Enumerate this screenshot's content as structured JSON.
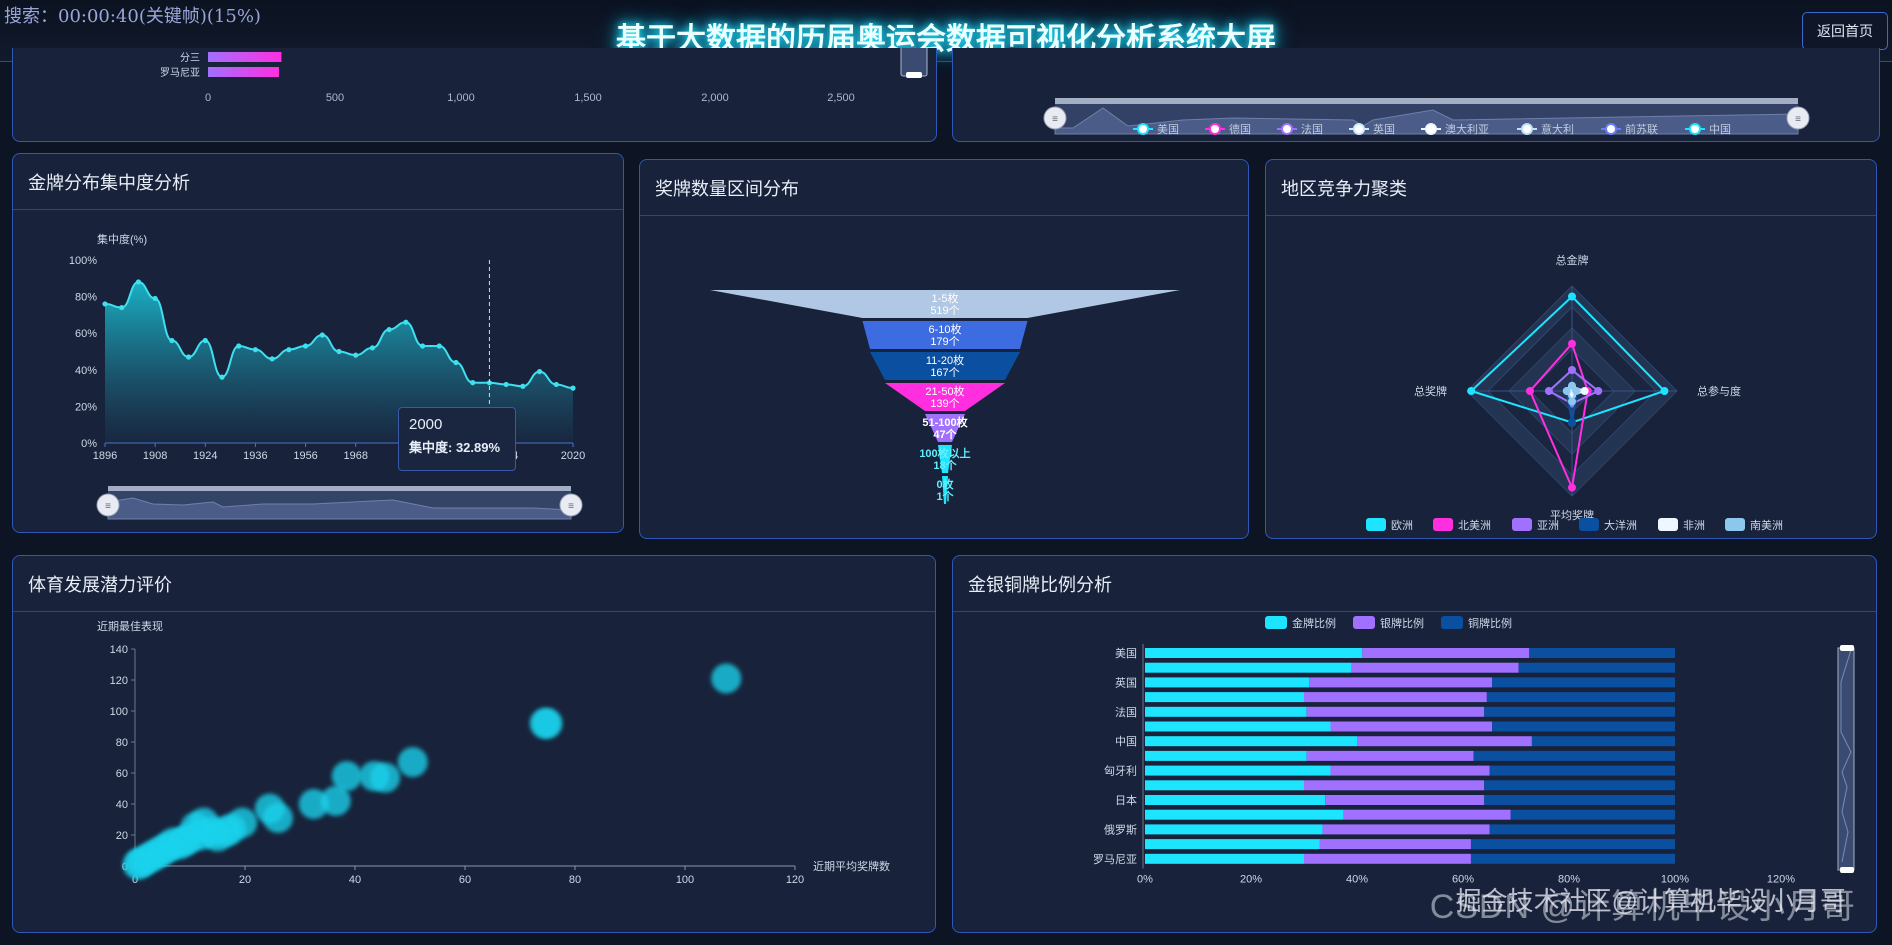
{
  "header": {
    "search_text": "搜索：00:00:40(关键帧)(15%)",
    "title": "基于大数据的历届奥运会数据可视化分析系统大屏",
    "home_button": "返回首页"
  },
  "top_left_partial": {
    "rows": [
      {
        "label": "分三",
        "value": 300
      },
      {
        "label": "罗马尼亚",
        "value": 290
      }
    ],
    "x_ticks": [
      "0",
      "500",
      "1,000",
      "1,500",
      "2,000",
      "2,500"
    ]
  },
  "top_right_partial": {
    "legend": [
      {
        "label": "美国",
        "color": "#1de4ff"
      },
      {
        "label": "德国",
        "color": "#ff2fe0"
      },
      {
        "label": "法国",
        "color": "#a070ff"
      },
      {
        "label": "英国",
        "color": "#cfe8ff"
      },
      {
        "label": "澳大利亚",
        "color": "#eef6ff"
      },
      {
        "label": "意大利",
        "color": "#bfe0f5"
      },
      {
        "label": "前苏联",
        "color": "#6a7cff"
      },
      {
        "label": "中国",
        "color": "#1de4ff"
      }
    ]
  },
  "panels": {
    "concentration": {
      "title": "金牌分布集中度分析"
    },
    "funnel": {
      "title": "奖牌数量区间分布"
    },
    "radar": {
      "title": "地区竞争力聚类"
    },
    "scatter": {
      "title": "体育发展潜力评价"
    },
    "ratio": {
      "title": "金银铜牌比例分析"
    }
  },
  "tooltip": {
    "year": "2000",
    "label": "集中度: 32.89%"
  },
  "watermark": {
    "text1": "CSDN @计算机毕设小月哥",
    "text2": "掘金技术社区@计算机毕设小月哥"
  },
  "chart_data": [
    {
      "id": "concentration",
      "type": "area",
      "title": "金牌分布集中度分析",
      "ylabel": "集中度(%)",
      "ylim": [
        0,
        100
      ],
      "y_ticks": [
        "0%",
        "20%",
        "40%",
        "60%",
        "80%",
        "100%"
      ],
      "x_tick_labels": [
        "1896",
        "1908",
        "1924",
        "1936",
        "1956",
        "1968",
        "1984",
        "2004",
        "2020"
      ],
      "x": [
        1896,
        1900,
        1904,
        1908,
        1912,
        1920,
        1924,
        1928,
        1932,
        1936,
        1948,
        1952,
        1956,
        1960,
        1964,
        1968,
        1972,
        1976,
        1980,
        1984,
        1988,
        1992,
        1996,
        2000,
        2004,
        2008,
        2012,
        2016,
        2020
      ],
      "values": [
        76,
        74,
        88,
        79,
        56,
        47,
        56,
        36,
        53,
        51,
        46,
        51,
        53,
        59,
        50,
        48,
        52,
        62,
        66,
        53,
        53,
        44,
        33,
        32.89,
        32,
        31,
        39,
        32,
        30
      ]
    },
    {
      "id": "funnel",
      "type": "funnel",
      "title": "奖牌数量区间分布",
      "categories": [
        "1-5枚",
        "6-10枚",
        "11-20枚",
        "21-50枚",
        "51-100枚",
        "100枚以上",
        "0枚"
      ],
      "values": [
        519,
        179,
        167,
        139,
        47,
        18,
        1
      ],
      "value_labels": [
        "519个",
        "179个",
        "167个",
        "139个",
        "47个",
        "18个",
        "1个"
      ],
      "colors": [
        "#b0c8e4",
        "#3d6be0",
        "#0b4fa0",
        "#ff2fe0",
        "#a070ff",
        "#1de4ff",
        "#1de4ff"
      ]
    },
    {
      "id": "radar",
      "type": "radar",
      "title": "地区竞争力聚类",
      "indicators": [
        "总金牌",
        "总参与度",
        "平均奖牌",
        "总奖牌"
      ],
      "series": [
        {
          "name": "欧洲",
          "color": "#1de4ff",
          "values": [
            0.9,
            0.88,
            0.3,
            0.96
          ]
        },
        {
          "name": "北美洲",
          "color": "#ff2fe0",
          "values": [
            0.45,
            0.15,
            0.92,
            0.4
          ]
        },
        {
          "name": "亚洲",
          "color": "#a070ff",
          "values": [
            0.2,
            0.25,
            0.12,
            0.22
          ]
        },
        {
          "name": "大洋洲",
          "color": "#0b4fa0",
          "values": [
            0.05,
            0.05,
            0.3,
            0.05
          ]
        },
        {
          "name": "非洲",
          "color": "#eef6ff",
          "values": [
            0.04,
            0.12,
            0.04,
            0.04
          ]
        },
        {
          "name": "南美洲",
          "color": "#8cc8ee",
          "values": [
            0.05,
            0.04,
            0.1,
            0.05
          ]
        }
      ]
    },
    {
      "id": "scatter",
      "type": "scatter",
      "title": "体育发展潜力评价",
      "xlabel": "近期平均奖牌数",
      "ylabel": "近期最佳表现",
      "xlim": [
        0,
        120
      ],
      "ylim": [
        0,
        140
      ],
      "x_ticks": [
        "0",
        "20",
        "40",
        "60",
        "80",
        "100",
        "120"
      ],
      "y_ticks": [
        "0",
        "20",
        "40",
        "60",
        "80",
        "100",
        "120",
        "140"
      ],
      "points": [
        [
          107.5,
          121
        ],
        [
          75,
          92
        ],
        [
          74.5,
          92
        ],
        [
          50.5,
          67
        ],
        [
          45.5,
          57
        ],
        [
          43.5,
          58
        ],
        [
          38.5,
          58
        ],
        [
          36.5,
          42
        ],
        [
          32.5,
          40
        ],
        [
          26,
          31
        ],
        [
          24.5,
          37
        ],
        [
          19.5,
          28
        ],
        [
          17.5,
          24
        ],
        [
          16.5,
          22
        ],
        [
          12.5,
          28
        ],
        [
          12,
          20
        ],
        [
          10,
          18
        ],
        [
          8,
          14
        ],
        [
          6,
          12
        ],
        [
          4,
          8
        ],
        [
          3,
          6
        ],
        [
          2,
          4
        ],
        [
          1,
          2
        ],
        [
          0.5,
          1
        ],
        [
          5,
          10
        ],
        [
          7,
          15
        ],
        [
          9,
          16
        ],
        [
          14,
          22
        ],
        [
          11,
          25
        ],
        [
          15,
          19
        ]
      ]
    },
    {
      "id": "ratio",
      "type": "bar",
      "stacked": true,
      "orientation": "horizontal",
      "title": "金银铜牌比例分析",
      "legend": [
        "金牌比例",
        "银牌比例",
        "铜牌比例"
      ],
      "colors": [
        "#1de4ff",
        "#a070ff",
        "#0b4fa0"
      ],
      "x_ticks": [
        "0%",
        "20%",
        "40%",
        "60%",
        "80%",
        "100%",
        "120%"
      ],
      "categories": [
        "美国",
        "",
        "英国",
        "",
        "法国",
        "",
        "中国",
        "",
        "匈牙利",
        "",
        "日本",
        "",
        "俄罗斯",
        "",
        "罗马尼亚"
      ],
      "series": [
        {
          "name": "金牌比例",
          "values": [
            41,
            39,
            31,
            30,
            30.5,
            35,
            40,
            30.5,
            35,
            30,
            34,
            37.5,
            33.5,
            33,
            30
          ]
        },
        {
          "name": "银牌比例",
          "values": [
            31.5,
            31.5,
            34.5,
            34.5,
            33.5,
            30.5,
            33,
            31.5,
            30,
            34,
            30,
            31.5,
            31.5,
            28.5,
            31.5
          ]
        },
        {
          "name": "铜牌比例",
          "values": [
            27.5,
            29.5,
            34.5,
            35.5,
            36,
            34.5,
            27,
            38,
            35,
            36,
            36,
            31,
            35,
            38.5,
            38.5
          ]
        }
      ]
    }
  ]
}
